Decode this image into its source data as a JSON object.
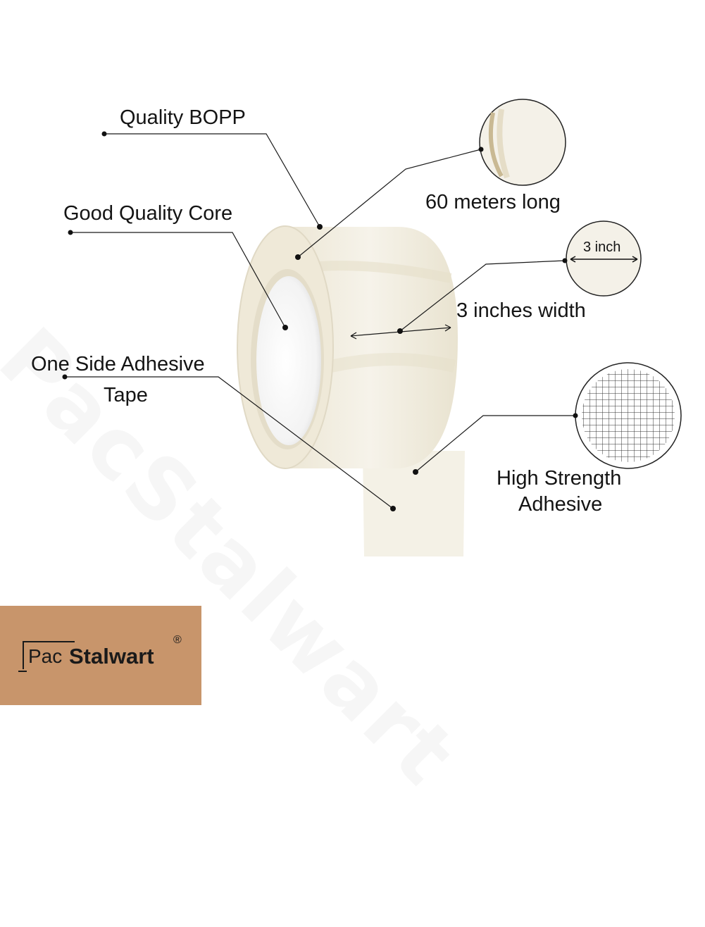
{
  "labels": {
    "quality_bopp": "Quality BOPP",
    "good_quality_core": "Good Quality Core",
    "one_side_adhesive_line1": "One Side Adhesive",
    "one_side_adhesive_line2": "Tape",
    "sixty_meters_long": "60 meters long",
    "three_inches_width": "3 inches width",
    "three_inch_inset": "3 inch",
    "high_strength_line1": "High Strength",
    "high_strength_line2": "Adhesive"
  },
  "watermark": "PacStalwart",
  "logo": {
    "pac": "Pac",
    "stalwart": "Stalwart",
    "registered": "®",
    "background": "#c8956b"
  },
  "colors": {
    "tape": "#f2eee2",
    "tape_shadow": "#ddd7c6",
    "leader_line": "#1a1a1a"
  }
}
